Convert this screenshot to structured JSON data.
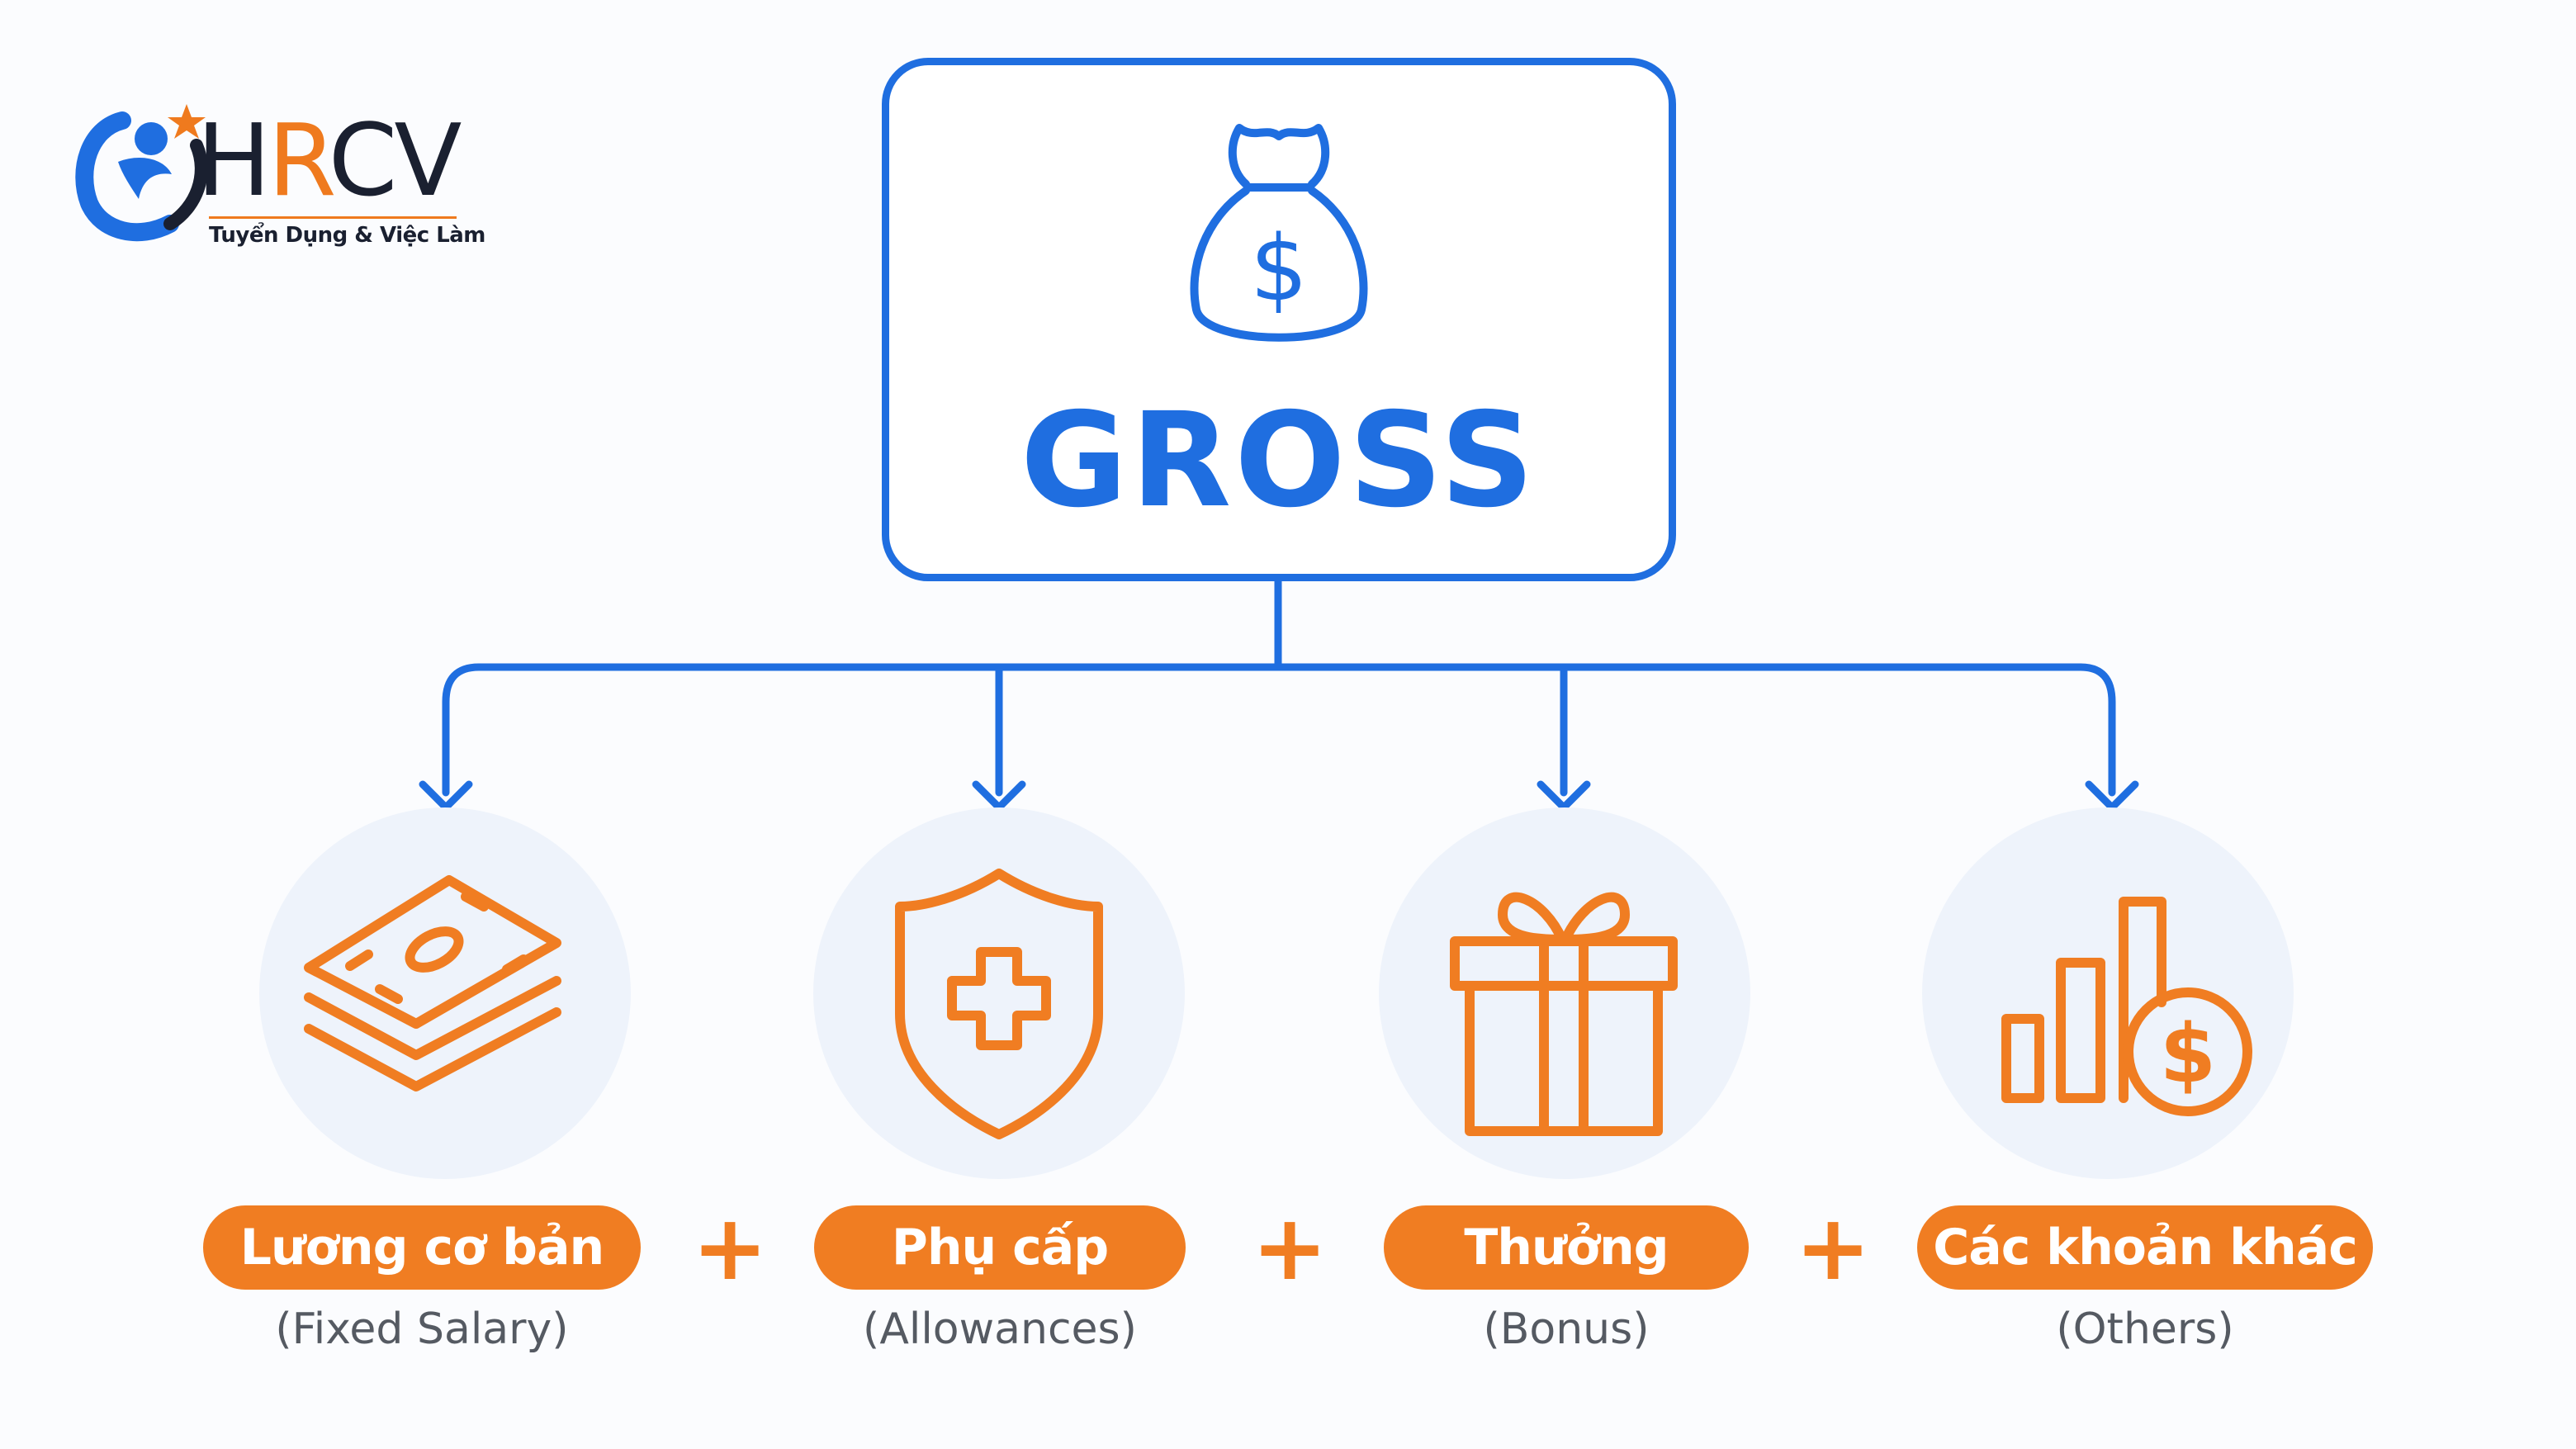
{
  "logo": {
    "brand_h": "H",
    "brand_r": "R",
    "brand_cv": "CV",
    "tagline": "Tuyển Dụng & Việc Làm",
    "icon": "person-star-logo"
  },
  "root": {
    "title": "GROSS",
    "icon": "money-bag-dollar-icon"
  },
  "components": [
    {
      "label": "Lương cơ bản",
      "sublabel": "(Fixed Salary)",
      "icon": "money-stack-icon"
    },
    {
      "label": "Phụ cấp",
      "sublabel": "(Allowances)",
      "icon": "shield-plus-icon"
    },
    {
      "label": "Thưởng",
      "sublabel": "(Bonus)",
      "icon": "gift-icon"
    },
    {
      "label": "Các khoản khác",
      "sublabel": "(Others)",
      "icon": "bar-chart-coin-icon"
    }
  ],
  "operator": "+",
  "colors": {
    "primary_blue": "#1f6ee0",
    "accent_orange": "#f07d22",
    "circle_bg": "#eef3fb",
    "sublabel_gray": "#555a62"
  }
}
